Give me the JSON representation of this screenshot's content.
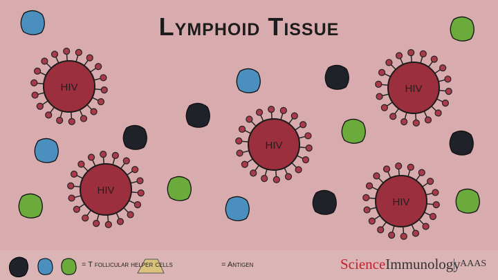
{
  "title": "Lymphoid Tissue",
  "virus_label": "HIV",
  "legend": {
    "cells_label": "= T follicular helper cells",
    "antigen_label": "= Antigen"
  },
  "logo": {
    "science": "Science",
    "immunology": "Immunology",
    "aaas": "AAAS"
  },
  "colors": {
    "virus": "#9b2f3d",
    "blue": "#4a8fbe",
    "green": "#6aab3b",
    "black": "#1f2229",
    "antigen": "#d8c27d"
  },
  "viruses": [
    {
      "label": "HIV"
    },
    {
      "label": "HIV"
    },
    {
      "label": "HIV"
    },
    {
      "label": "HIV"
    },
    {
      "label": "HIV"
    }
  ],
  "cells": [
    "blue",
    "green",
    "blue",
    "black",
    "black",
    "black",
    "green",
    "blue",
    "black",
    "green",
    "green",
    "blue",
    "black",
    "green"
  ]
}
